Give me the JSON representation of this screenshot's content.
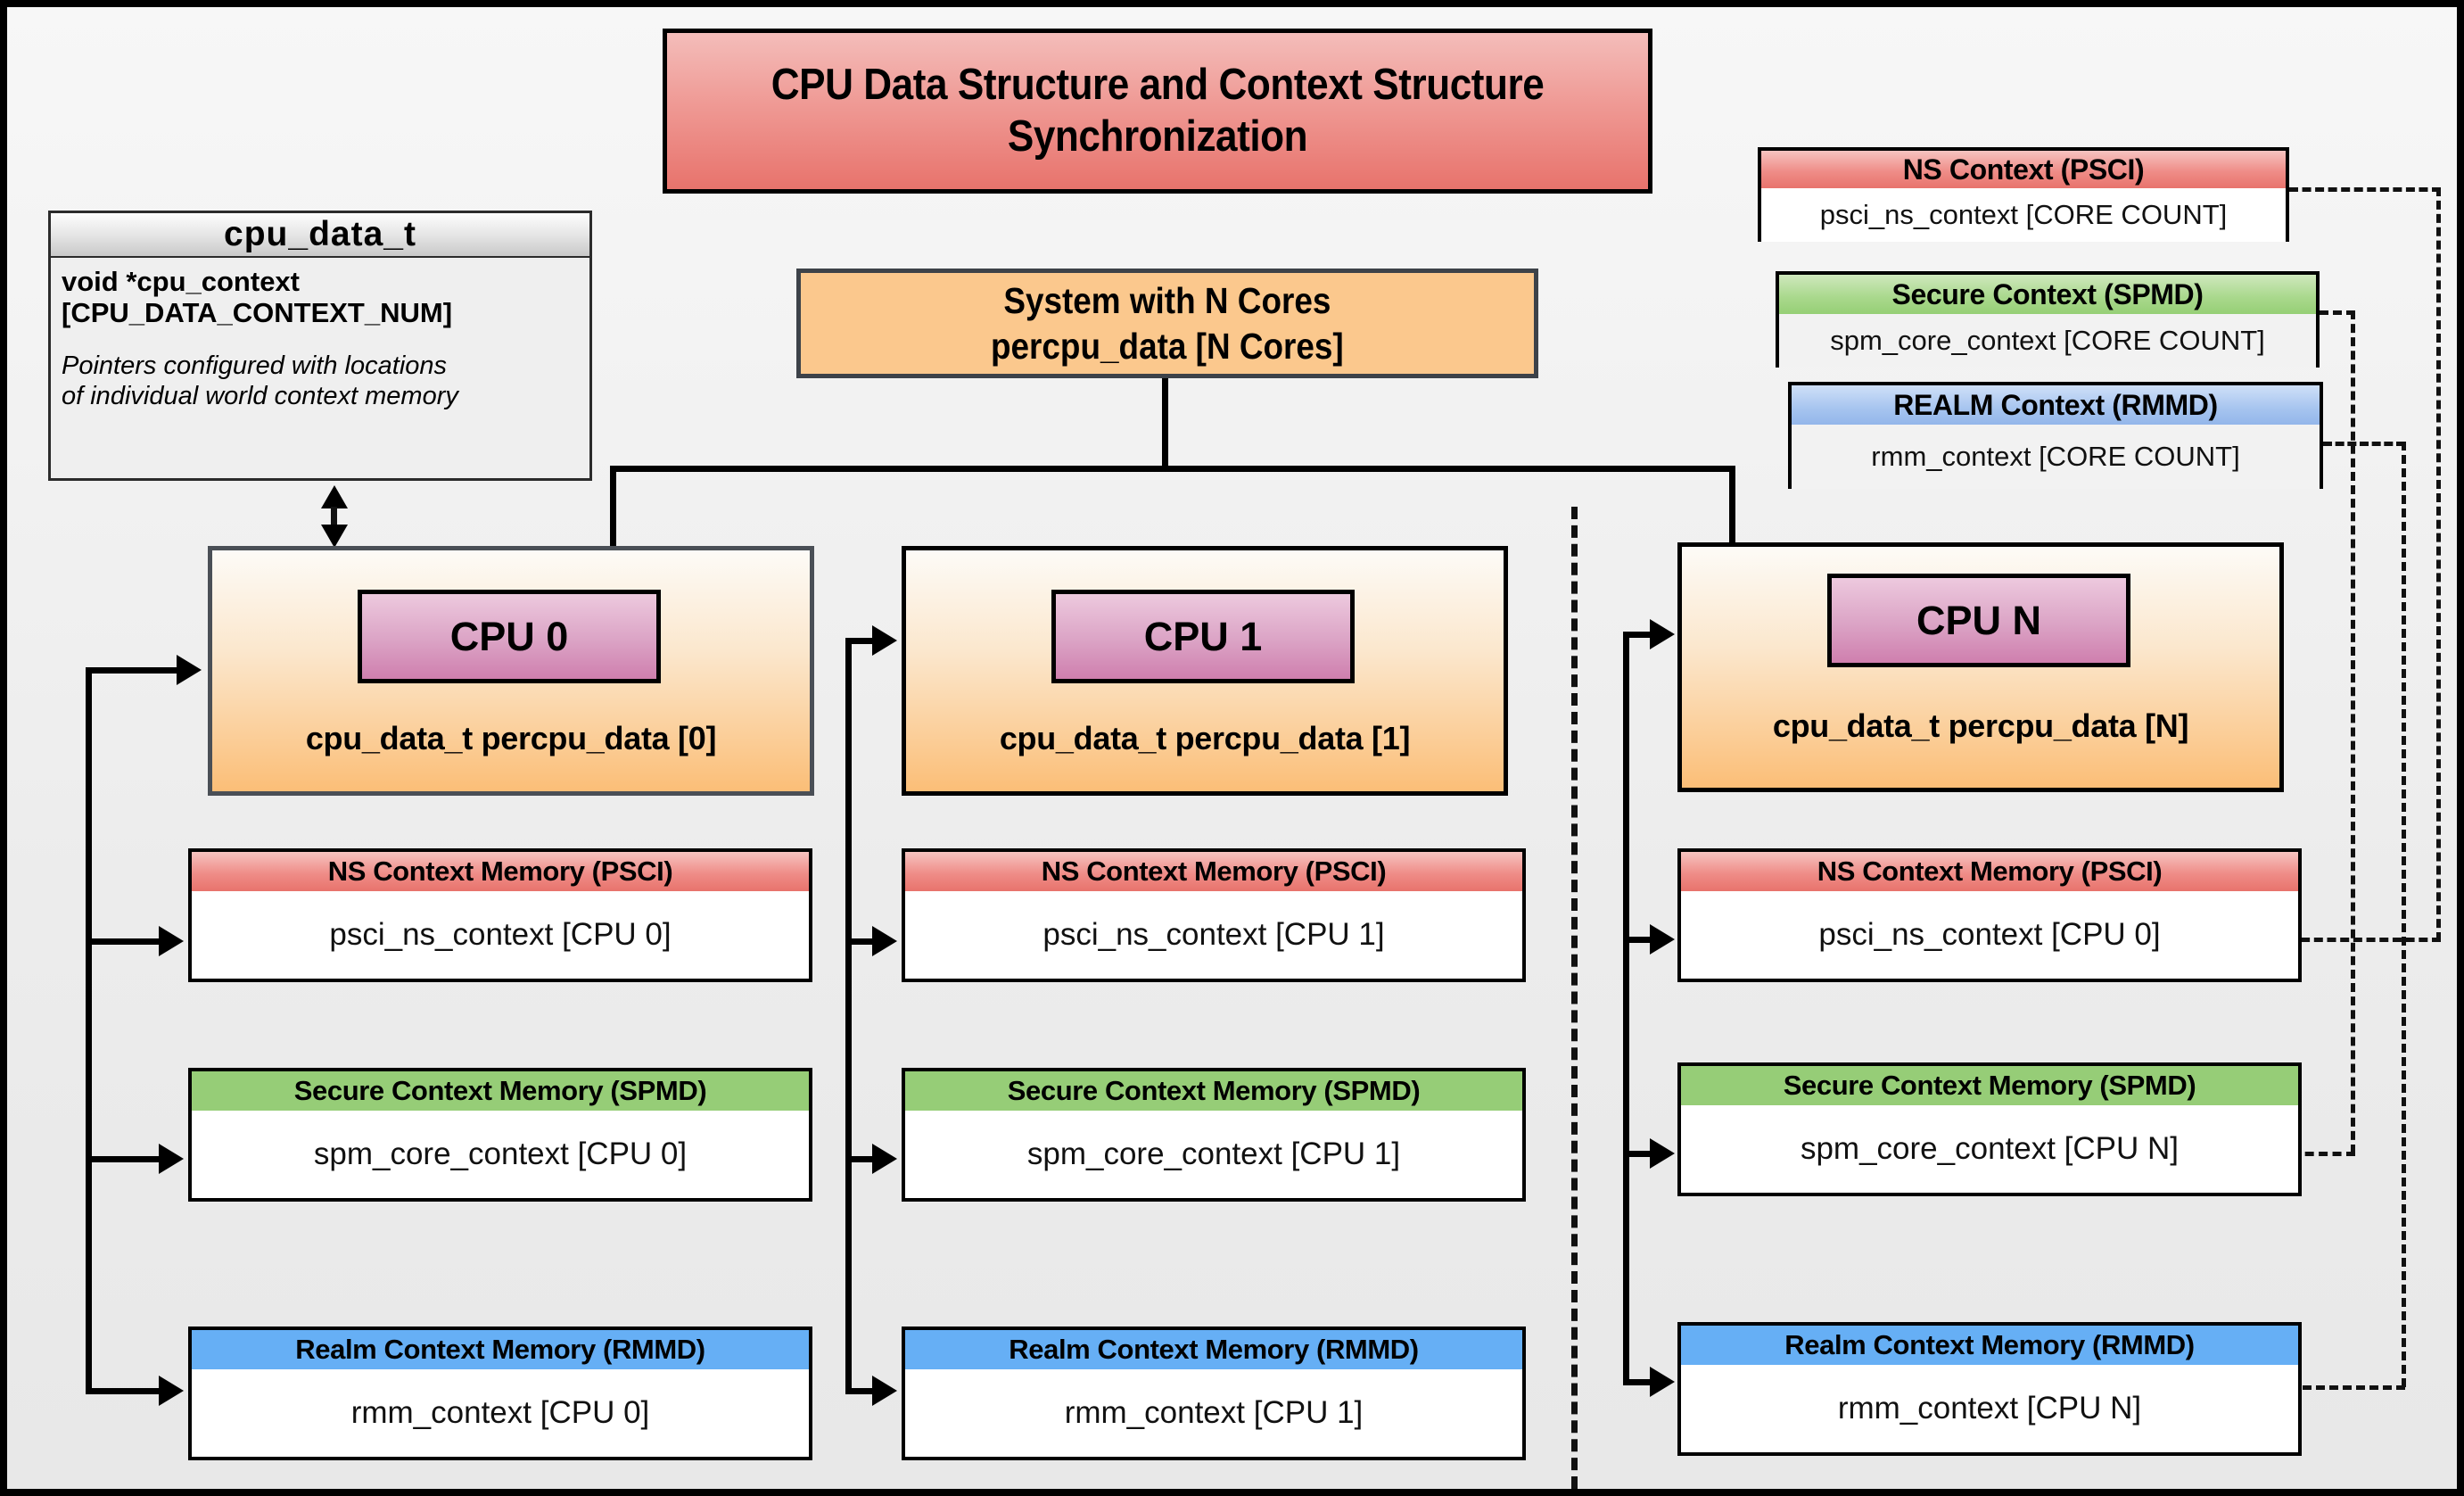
{
  "title": "CPU Data Structure and Context Structure Synchronization",
  "struct": {
    "name": "cpu_data_t",
    "field": "void  *cpu_context [CPU_DATA_CONTEXT_NUM]",
    "field_line1": "void  *cpu_context",
    "field_line2": "[CPU_DATA_CONTEXT_NUM]",
    "note_line1": "Pointers configured with locations",
    "note_line2": "of individual world context memory"
  },
  "system": {
    "line1": "System with N Cores",
    "line2": "percpu_data [N Cores]"
  },
  "legend": [
    {
      "header": "NS Context  (PSCI)",
      "body": "psci_ns_context [CORE COUNT]",
      "color": "#ef8d88"
    },
    {
      "header": "Secure Context (SPMD)",
      "body": "spm_core_context [CORE COUNT]",
      "color": "#a8d88b"
    },
    {
      "header": "REALM Context (RMMD)",
      "body": "rmm_context [CORE COUNT]",
      "color": "#a6c4ef"
    }
  ],
  "cpus": [
    {
      "chip": "CPU 0",
      "label": "cpu_data_t percpu_data [0]",
      "memories": [
        {
          "header": "NS Context Memory (PSCI)",
          "body": "psci_ns_context [CPU 0]"
        },
        {
          "header": "Secure Context Memory (SPMD)",
          "body": "spm_core_context [CPU 0]"
        },
        {
          "header": "Realm Context Memory (RMMD)",
          "body": "rmm_context [CPU 0]"
        }
      ]
    },
    {
      "chip": "CPU 1",
      "label": "cpu_data_t percpu_data [1]",
      "memories": [
        {
          "header": "NS Context Memory (PSCI)",
          "body": "psci_ns_context [CPU 1]"
        },
        {
          "header": "Secure Context Memory (SPMD)",
          "body": "spm_core_context [CPU 1]"
        },
        {
          "header": "Realm Context Memory (RMMD)",
          "body": "rmm_context [CPU 1]"
        }
      ]
    },
    {
      "chip": "CPU N",
      "label": "cpu_data_t percpu_data [N]",
      "memories": [
        {
          "header": "NS Context Memory (PSCI)",
          "body": "psci_ns_context [CPU 0]"
        },
        {
          "header": "Secure Context Memory (SPMD)",
          "body": "spm_core_context [CPU N]"
        },
        {
          "header": "Realm Context Memory (RMMD)",
          "body": "rmm_context [CPU N]"
        }
      ]
    }
  ],
  "colors": {
    "ns": "#ef8d88",
    "secure": "#96cd77",
    "realm": "#66aff5",
    "cpu_chip": "#cf7fae",
    "cpu_block": "#fbbe77",
    "title_bg": "#e8736c",
    "system_bg": "#fbc88d",
    "background": "#ececec",
    "frame": "#000000"
  }
}
